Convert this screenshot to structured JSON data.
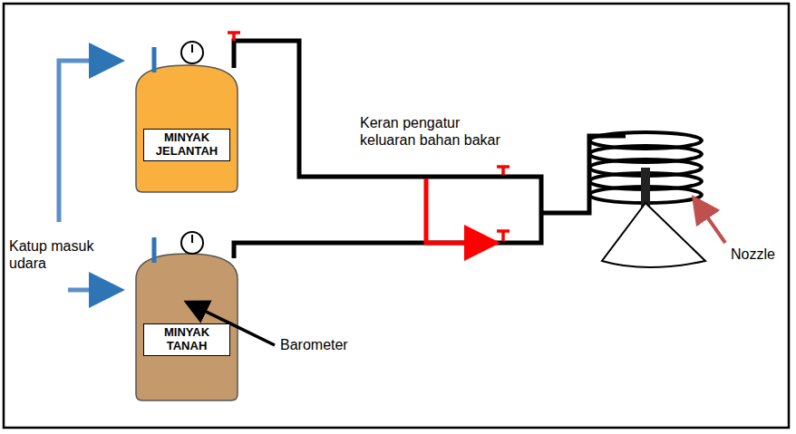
{
  "diagram": {
    "nodes": [
      {
        "text": [
          "MINYAK JELANTAH"
        ]
      },
      {
        "text": [
          "MINYAK TANAH"
        ]
      }
    ],
    "labels": [
      "Keran pengatur keluaran bahan bakar",
      "Katup masuk udara",
      "Barometer",
      "Nozzle"
    ]
  }
}
